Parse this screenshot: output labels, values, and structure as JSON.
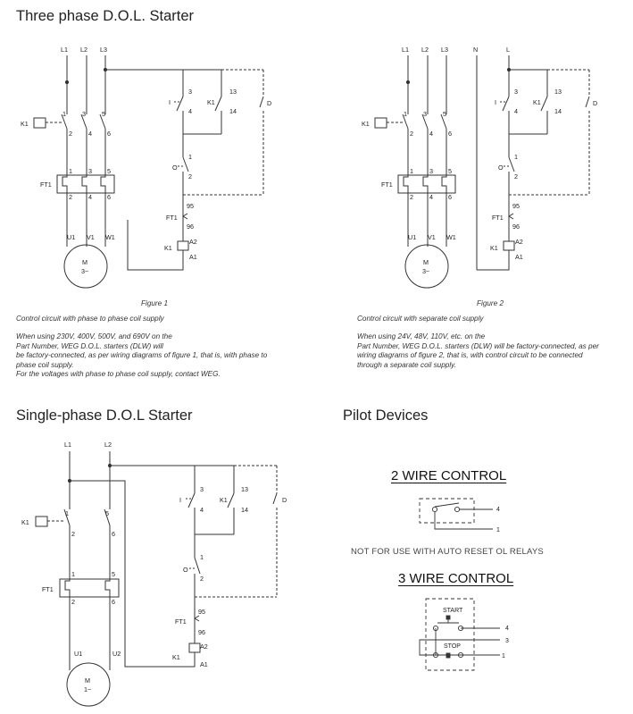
{
  "sections": {
    "three_phase_title": "Three phase D.O.L. Starter",
    "single_phase_title": "Single-phase D.O.L Starter",
    "pilot_title": "Pilot Devices"
  },
  "figure1": {
    "label": "Figure 1",
    "caption_title": "Control circuit with phase to phase coil supply",
    "caption_lines": [
      "When using 230V, 400V, 500V, and 690V on the",
      "Part Number, WEG D.O.L. starters (DLW) will",
      "be factory-connected, as per wiring diagrams of  figure 1, that is, with phase to",
      "phase coil supply.",
      "For the voltages with phase to phase coil supply, contact WEG."
    ]
  },
  "figure2": {
    "label": "Figure 2",
    "caption_title": "Control circuit with separate coil supply",
    "caption_lines": [
      "When using 24V, 48V, 110V, etc. on the",
      "Part Number, WEG D.O.L. starters (DLW) will be factory-connected, as per",
      "wiring diagrams of  figure 2, that is, with control circuit to be connected",
      "through a separate coil supply."
    ]
  },
  "pilot": {
    "two_wire_title": "2 WIRE CONTROL",
    "three_wire_title": "3 WIRE CONTROL",
    "note": "NOT FOR USE WITH AUTO RESET OL RELAYS",
    "start_label": "START",
    "stop_label": "STOP",
    "term_4": "4",
    "term_3": "3",
    "term_1": "1"
  },
  "labels": {
    "L1": "L1",
    "L2": "L2",
    "L3": "L3",
    "N": "N",
    "L": "L",
    "K1": "K1",
    "FT1": "FT1",
    "I": "I",
    "O": "O",
    "D": "D",
    "M": "M",
    "three_ph": "3~",
    "one_ph": "1~",
    "U1": "U1",
    "V1": "V1",
    "W1": "W1",
    "U2": "U2",
    "A1": "A1",
    "A2": "A2",
    "n95": "95",
    "n96": "96",
    "n13": "13",
    "n14": "14",
    "d1": "1",
    "d2": "2",
    "d3": "3",
    "d4": "4",
    "d5": "5",
    "d6": "6"
  }
}
